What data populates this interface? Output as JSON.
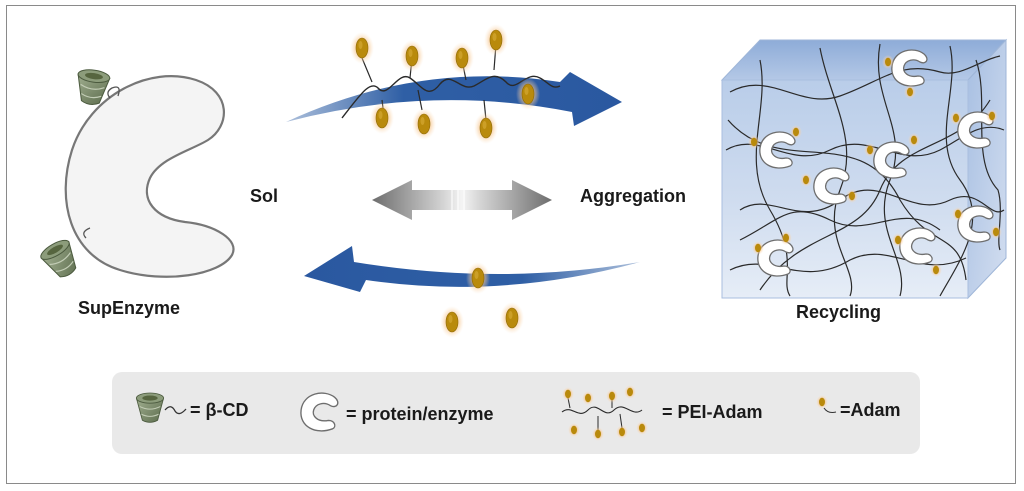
{
  "labels": {
    "supenzyme": "SupEnzyme",
    "sol": "Sol",
    "aggregation": "Aggregation",
    "recycling": "Recycling"
  },
  "legend": {
    "beta_cd": "= β-CD",
    "protein_enzyme": "= protein/enzyme",
    "pei_adam": "= PEI-Adam",
    "adam": "=Adam"
  },
  "colors": {
    "arrow_blue": "#2e5c9e",
    "adam_gold": "#b98a0c",
    "adam_glow": "#f2b266",
    "cd_green": "#7a8c6a",
    "enzyme_fill": "#f2f2f2",
    "cube_blue": "#a9c1e3",
    "legend_bg": "#e9e9e9"
  }
}
